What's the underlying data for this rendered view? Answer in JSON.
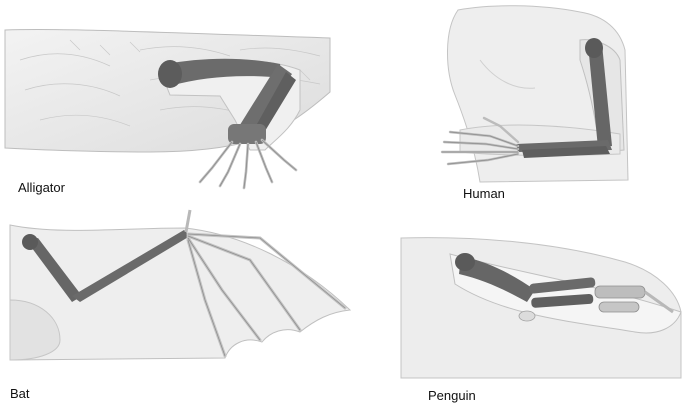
{
  "labels": {
    "alligator": "Alligator",
    "human": "Human",
    "bat": "Bat",
    "penguin": "Penguin"
  },
  "colors": {
    "bone": "#6e6e6e",
    "bone_dark": "#4a4a4a",
    "skin": "#ececec",
    "skin_line": "#b9b9b9",
    "bone_outline": "#cfcfcf"
  },
  "icons": {
    "alligator": "alligator-forelimb-illustration",
    "human": "human-arm-illustration",
    "bat": "bat-wing-illustration",
    "penguin": "penguin-flipper-illustration"
  }
}
